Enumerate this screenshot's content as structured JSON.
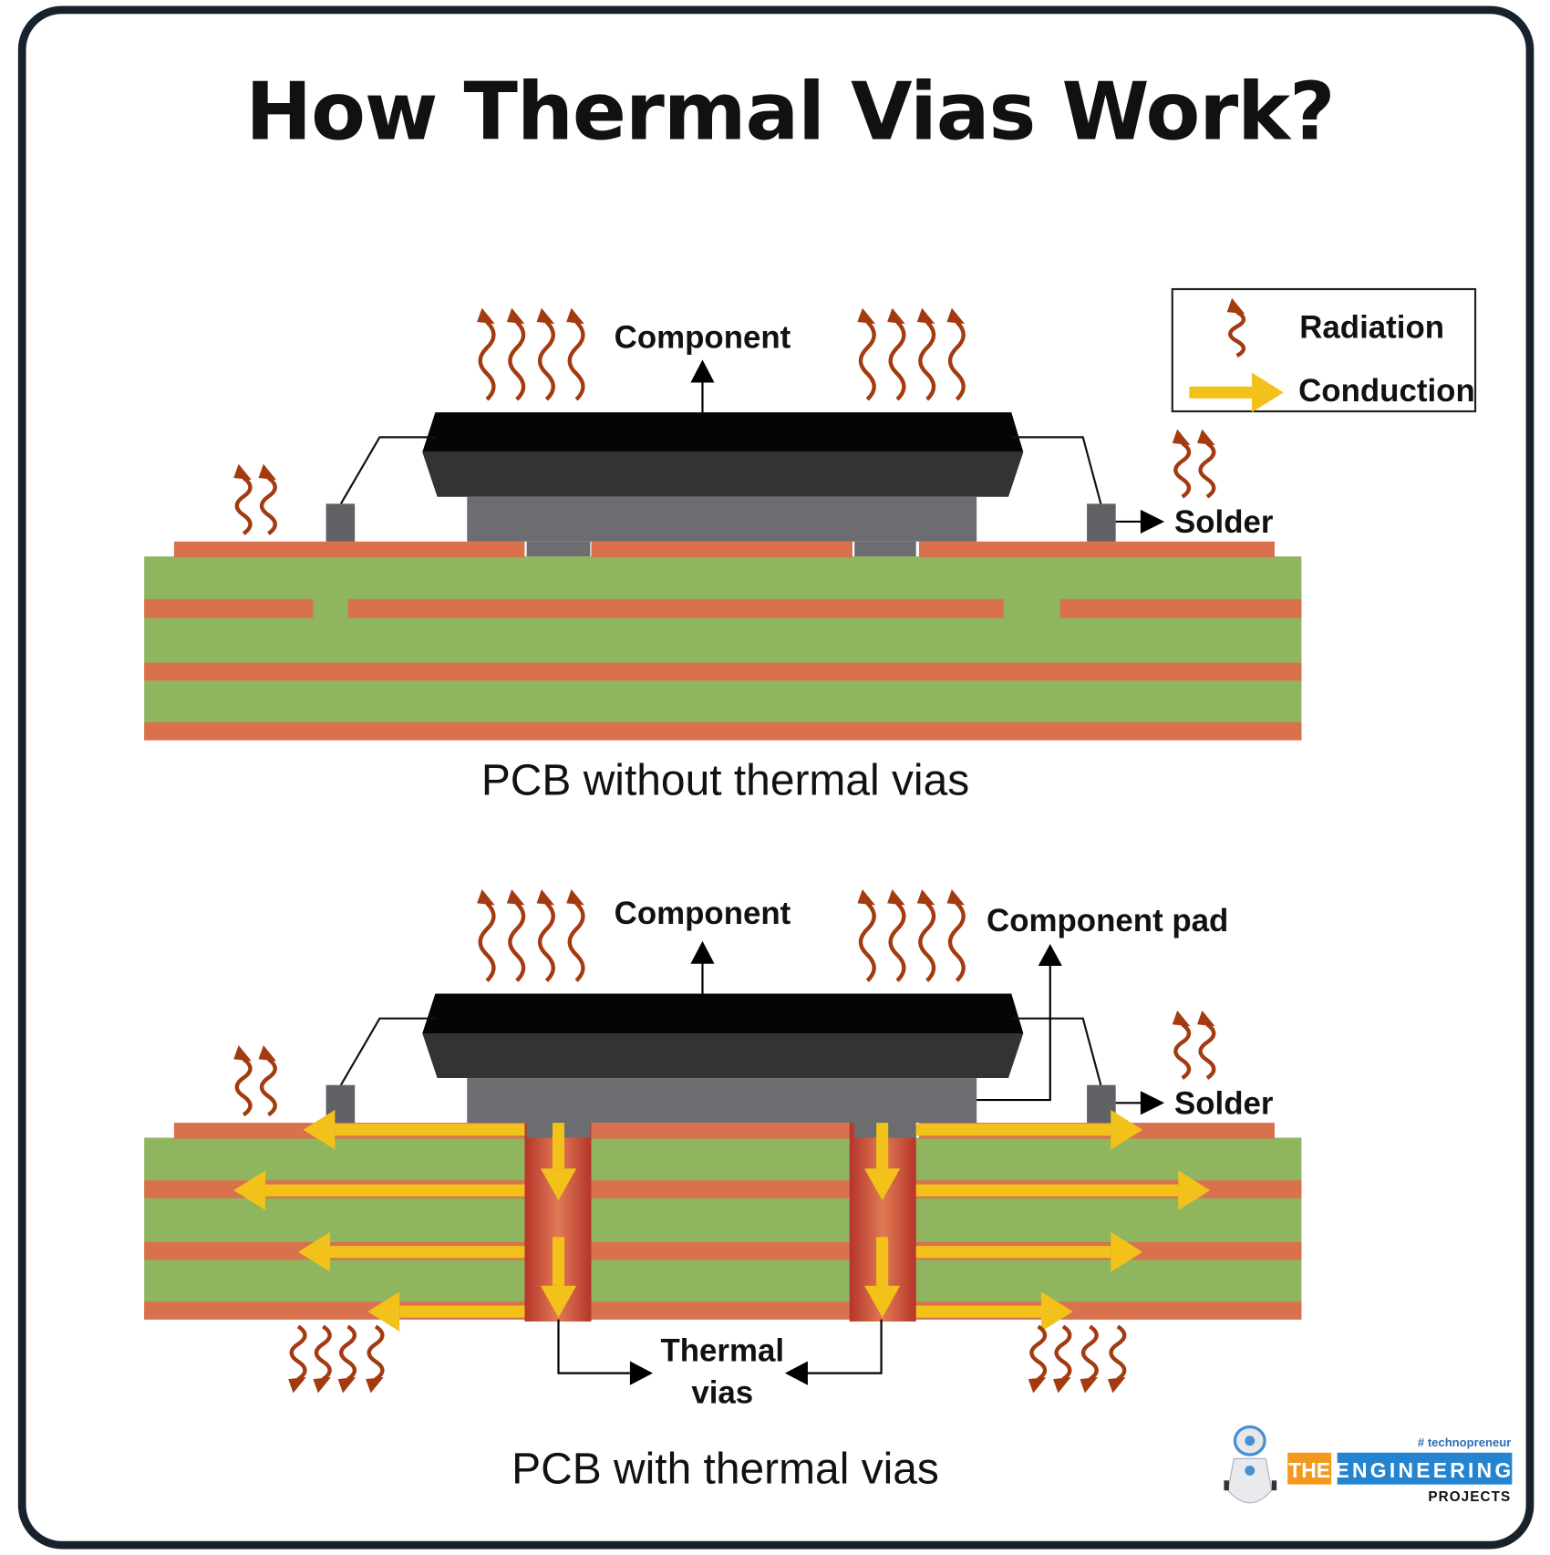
{
  "title": "How Thermal Vias Work?",
  "legend": {
    "radiation": "Radiation",
    "conduction": "Conduction"
  },
  "top_diagram": {
    "component_label": "Component",
    "solder_label": "Solder",
    "caption": "PCB without thermal vias"
  },
  "bottom_diagram": {
    "component_label": "Component",
    "component_pad_label": "Component pad",
    "solder_label": "Solder",
    "thermal_vias_line1": "Thermal",
    "thermal_vias_line2": "vias",
    "caption": "PCB with thermal vias"
  },
  "logo": {
    "tagline": "# technopreneur",
    "the": "THE",
    "engineering": "ENGINEERING",
    "projects": "PROJECTS"
  },
  "colors": {
    "copper": "#d9714f",
    "board": "#8fb55f",
    "conduction": "#f2c21b",
    "radiation": "#a33a10",
    "via": "#c0432e",
    "component_top": "#050505",
    "component_body": "#333333",
    "pad": "#6b6d70"
  }
}
